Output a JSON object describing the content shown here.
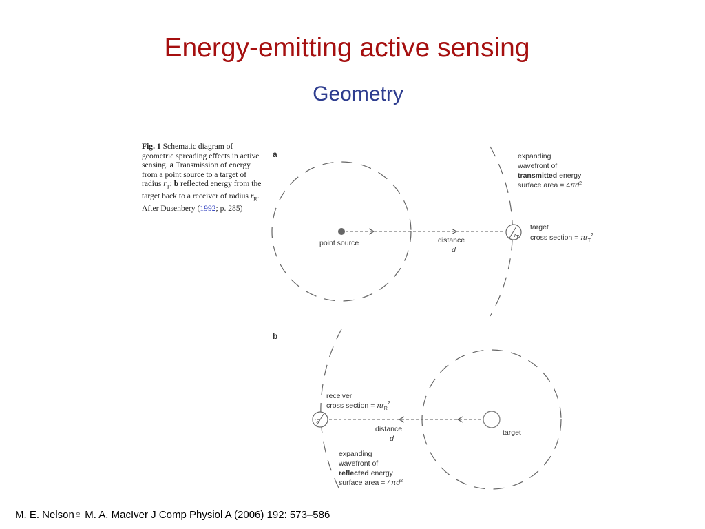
{
  "slide": {
    "title": "Energy-emitting active sensing",
    "subtitle": "Geometry"
  },
  "caption": {
    "fig_label": "Fig. 1",
    "text_1": " Schematic diagram of geometric spreading effects in active sensing. ",
    "a_label": "a",
    "text_2": " Transmission of energy from a point source to a target of radius ",
    "r_symbol": "r",
    "r_T_sub": "T",
    "text_3": "; ",
    "b_label": "b",
    "text_4": " reflected energy from the target back to a receiver of radius ",
    "r_R_sub": "R",
    "text_5": ". After Dusenbery (",
    "year": "1992",
    "text_6": "; p. 285)"
  },
  "figure": {
    "panel_a": {
      "label": "a",
      "point_source": "point source",
      "distance": "distance",
      "distance_var": "d",
      "wavefront_line1": "expanding",
      "wavefront_line2": "wavefront of",
      "wavefront_bold": "transmitted",
      "wavefront_energy": " energy",
      "surface_area": "surface area = 4",
      "pi": "π",
      "d_var": "d",
      "squared": "2",
      "target": "target",
      "cross_section": "cross section = ",
      "r_var": "r",
      "t_sub": "T",
      "glyph_r": "r",
      "glyph_sub": "T"
    },
    "panel_b": {
      "label": "b",
      "receiver": "receiver",
      "cross_section": "cross section = ",
      "pi": "π",
      "r_var": "r",
      "r_sub": "R",
      "squared": "2",
      "distance": "distance",
      "distance_var": "d",
      "target": "target",
      "wavefront_line1": "expanding",
      "wavefront_line2": "wavefront of",
      "wavefront_bold": "reflected",
      "wavefront_energy": " energy",
      "surface_area": "surface area = 4",
      "d_var": "d",
      "glyph_r": "r",
      "glyph_sub": "R"
    }
  },
  "footer": {
    "citation": "M. E. Nelson♀ M. A. MacIver  J Comp Physiol A (2006) 192: 573–586"
  }
}
